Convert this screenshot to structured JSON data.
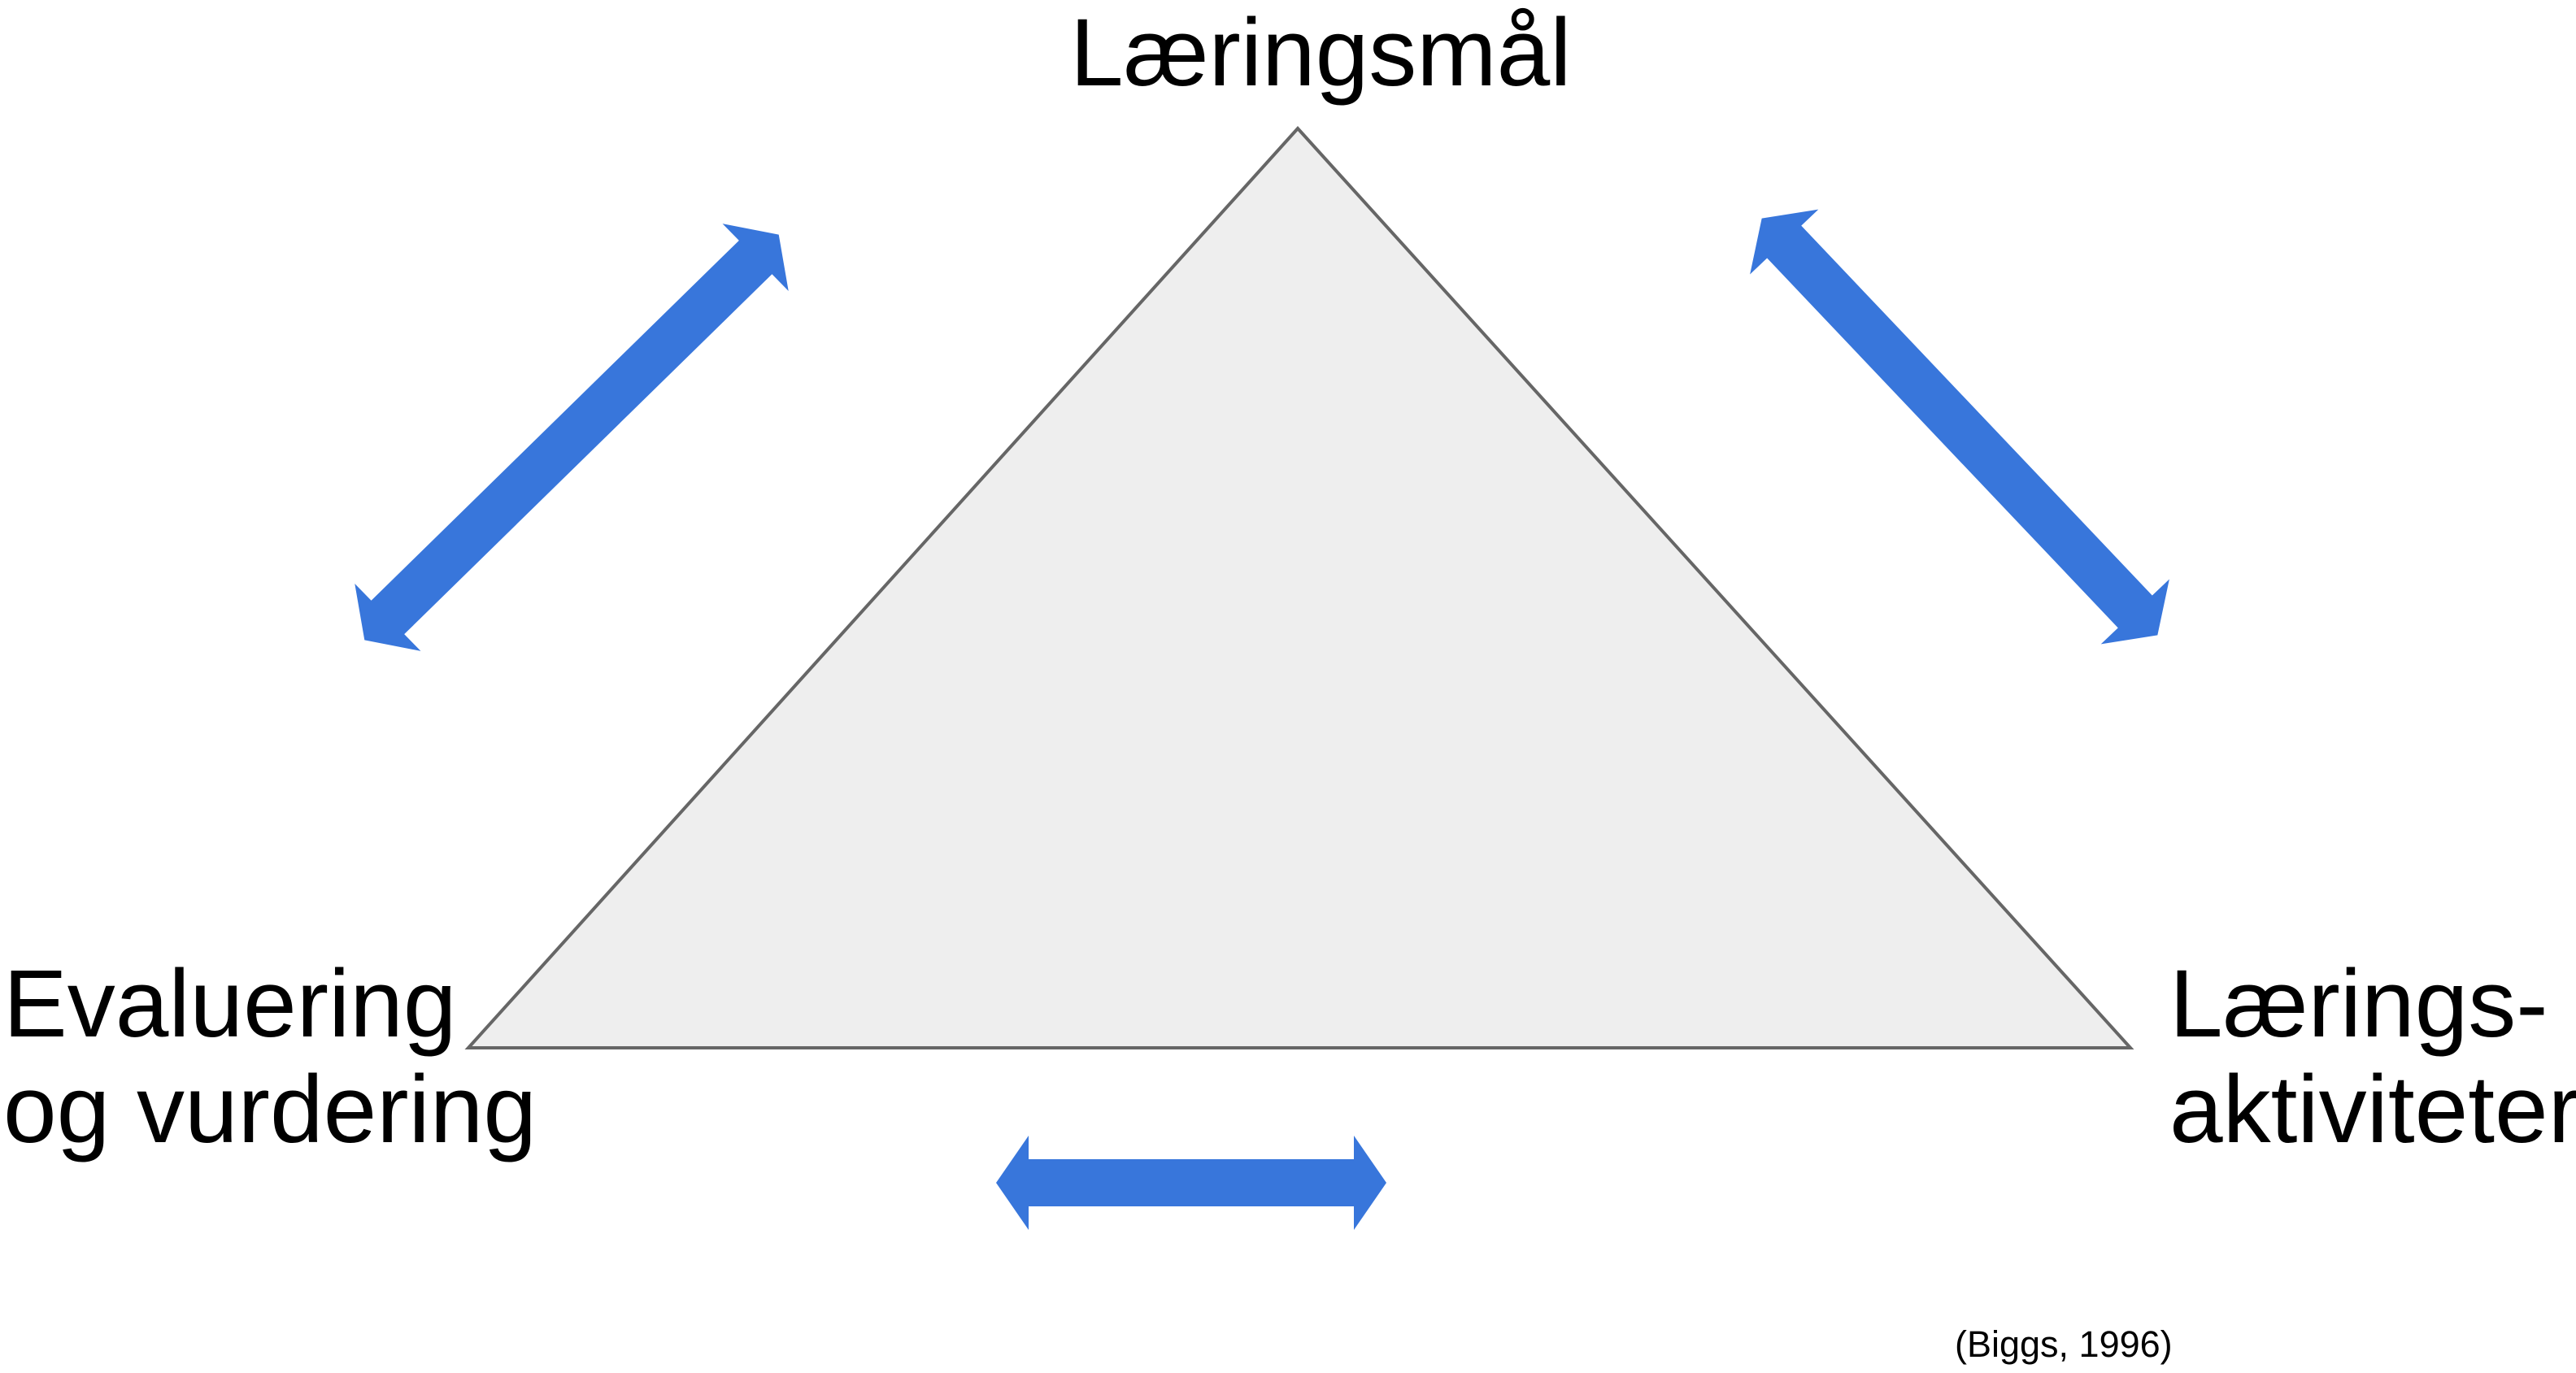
{
  "labels": {
    "top": "Læringsmål",
    "left_line1": "Evaluering",
    "left_line2": "og vurdering",
    "right_line1": "Lærings-",
    "right_line2": "aktiviteter"
  },
  "citation": "(Biggs, 1996)",
  "colors": {
    "arrow": "#3876DB",
    "triangle_fill": "#EEEEEE",
    "triangle_stroke": "#666666"
  }
}
